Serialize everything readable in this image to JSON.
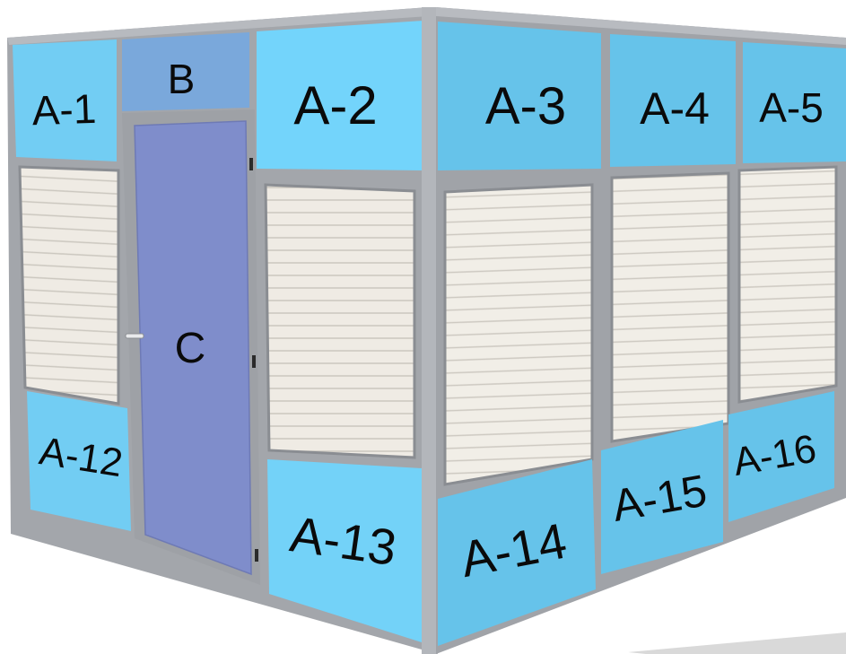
{
  "colors": {
    "panel_light": "#74d3fa",
    "panel_dark": "#65c1e8",
    "panel_blue_b": "#7ba9db",
    "door": "#7f8dcb",
    "frame": "#a4a7ac",
    "frame_dark": "#7e8186",
    "louver": "#eeeae2",
    "louver_line": "#c9c6be",
    "label": "#0a0a0a"
  },
  "panels": {
    "a1": "A-1",
    "b": "B",
    "a2": "A-2",
    "a3": "A-3",
    "a4": "A-4",
    "a5": "A-5",
    "c": "C",
    "a12": "A-12",
    "a13": "A-13",
    "a14": "A-14",
    "a15": "A-15",
    "a16": "A-16"
  }
}
